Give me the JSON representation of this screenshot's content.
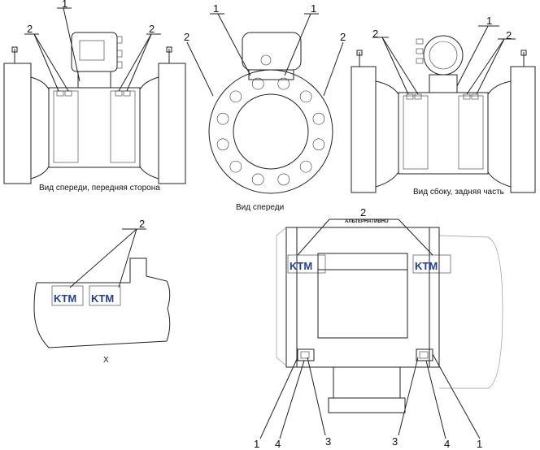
{
  "captions": {
    "front_front_side": "Вид спереди, передняя сторона",
    "front": "Вид спереди",
    "side_rear": "Вид сбоку, задняя часть",
    "x_view": "X",
    "alternative": "АЛЬТЕРНАТИВНО"
  },
  "callouts": {
    "one": "1",
    "two": "2",
    "three": "3",
    "four": "4"
  },
  "logo_text": "KTM",
  "colors": {
    "logo": "#1f3f9a",
    "line": "#222222"
  }
}
